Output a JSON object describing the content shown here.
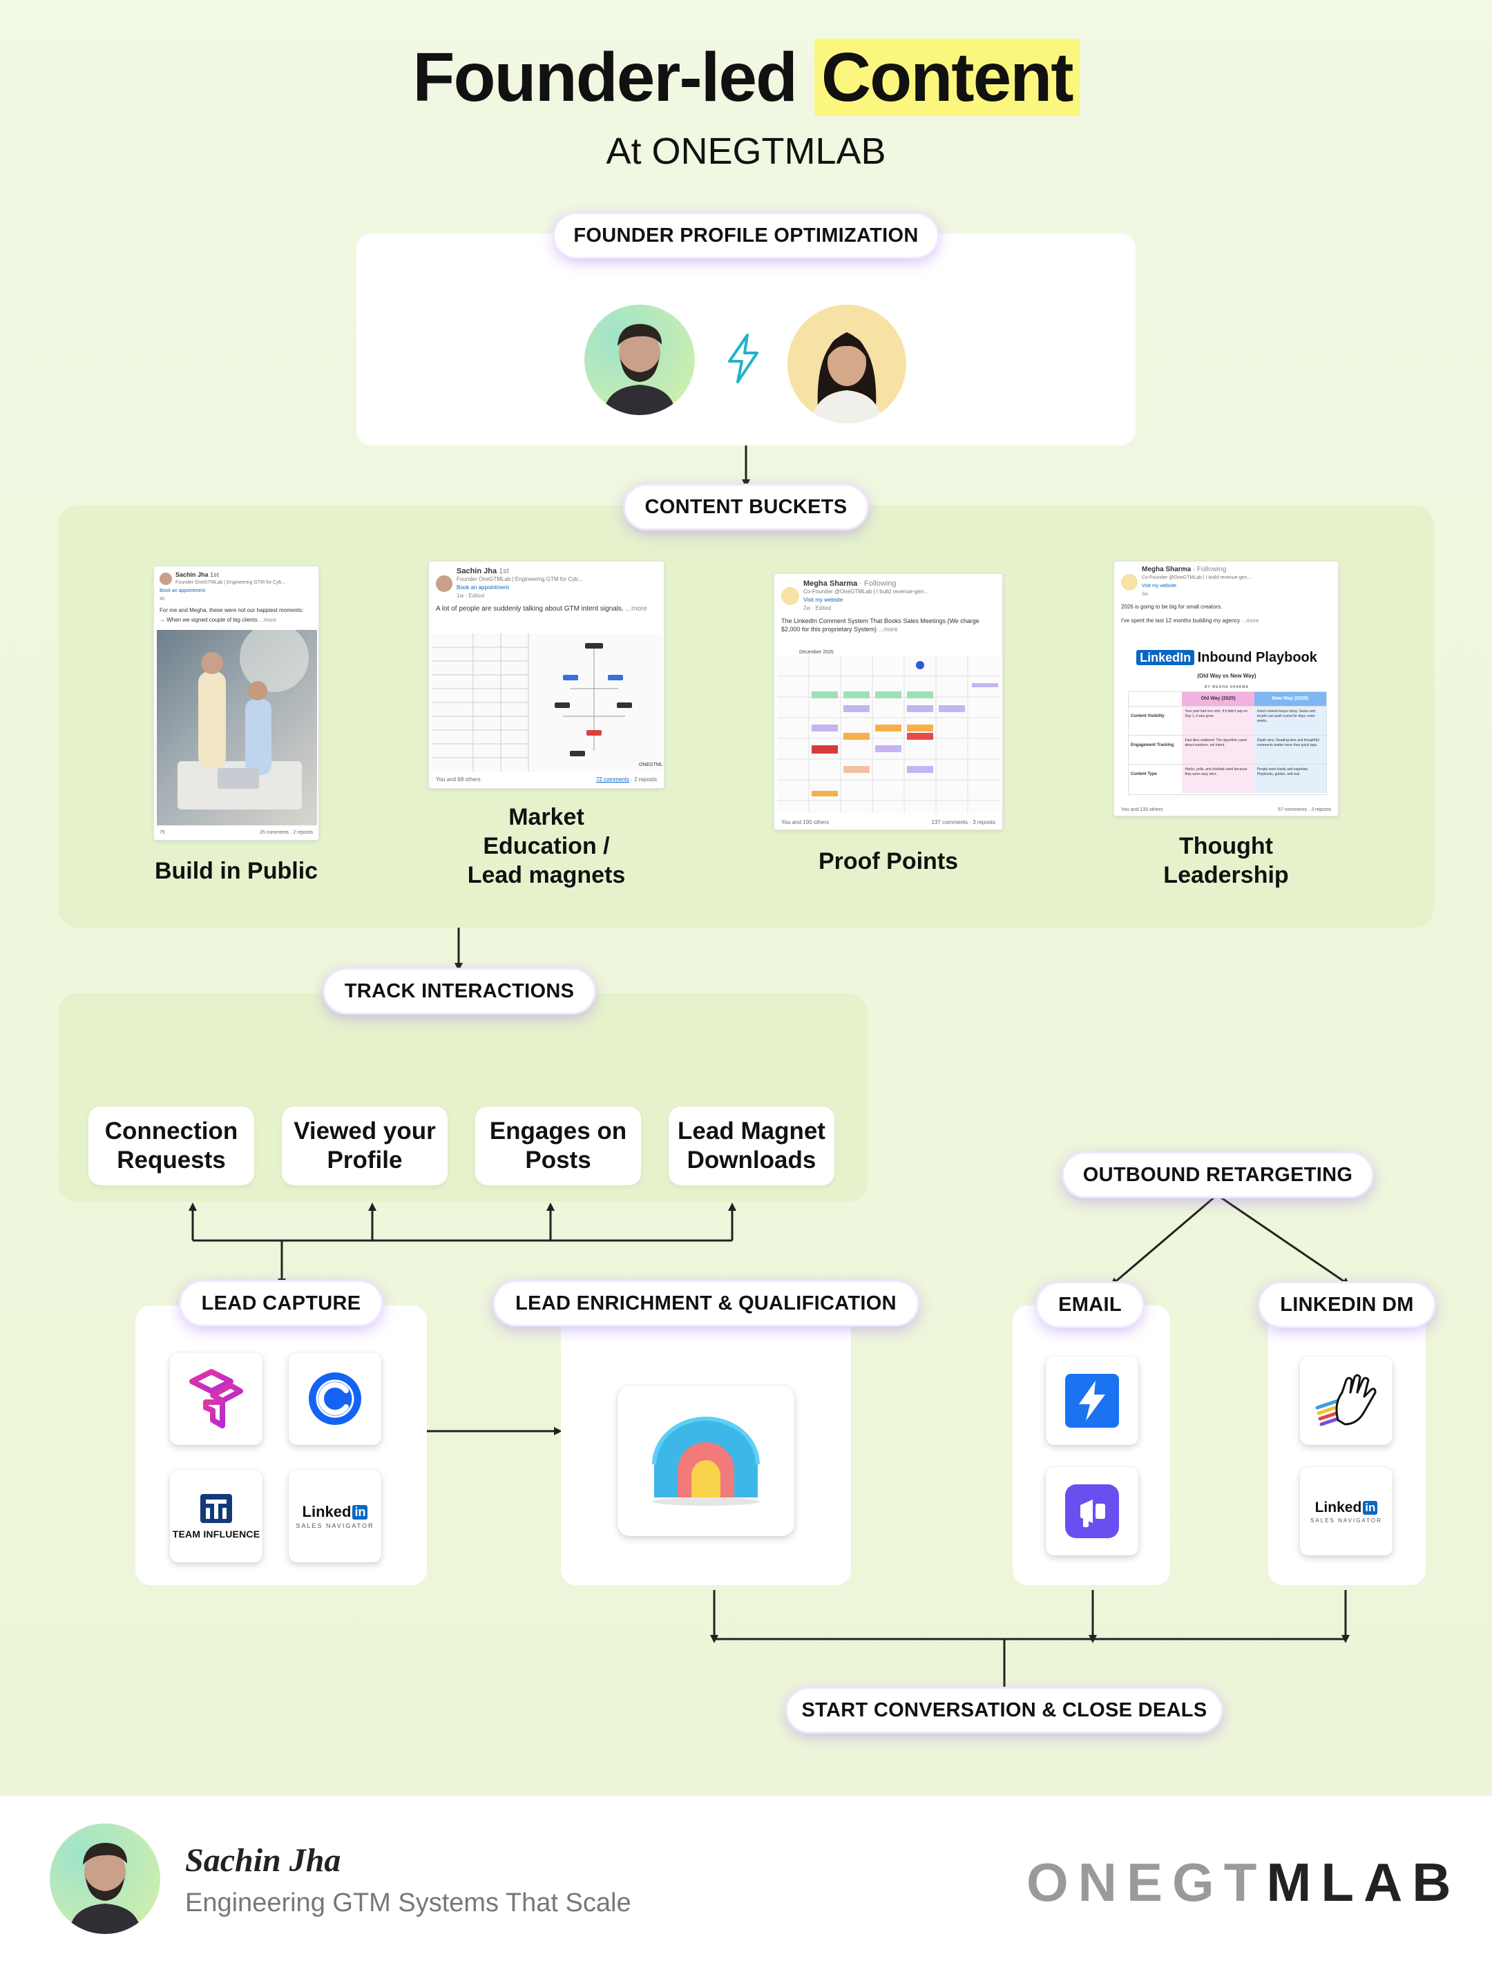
{
  "header": {
    "title_part1": "Founder-led",
    "title_part2": "Content",
    "subtitle": "At ONEGTMLAB"
  },
  "sections": {
    "profile_optimization": "FOUNDER PROFILE OPTIMIZATION",
    "content_buckets": "CONTENT BUCKETS",
    "track_interactions": "TRACK INTERACTIONS",
    "lead_capture": "LEAD CAPTURE",
    "lead_enrichment": "LEAD ENRICHMENT & QUALIFICATION",
    "outbound_retargeting": "OUTBOUND RETARGETING",
    "email": "EMAIL",
    "linkedin_dm": "LINKEDIN DM",
    "start_conversation": "START CONVERSATION & CLOSE DEALS"
  },
  "buckets": [
    {
      "label": "Build in Public",
      "post": {
        "author": "Sachin Jha",
        "degree": "1st",
        "headline": "Founder OneGTMLab | Engineering GTM for Cyb...",
        "cta": "Book an appointment",
        "time": "4h",
        "line1": "For me and Megha, these were not our happiest moments:",
        "line2": "→ When we signed couple of big clients",
        "more": "...more",
        "reactions": "75",
        "stats": "25 comments · 2 reposts"
      }
    },
    {
      "label": "Market Education / Lead magnets",
      "post": {
        "author": "Sachin Jha",
        "degree": "1st",
        "headline": "Founder OneGTMLab | Engineering GTM for Cyb...",
        "cta": "Book an appointment",
        "time": "1w · Edited",
        "body": "A lot of people are suddenly talking about GTM intent signals.",
        "more": "...more",
        "reactions": "You and 68 others",
        "comments": "72 comments",
        "reposts": "· 2 reposts",
        "brand": "ONEGTMLAB"
      }
    },
    {
      "label": "Proof Points",
      "post": {
        "author": "Megha Sharma",
        "degree": "· Following",
        "headline": "Co-Founder @OneGTMLab | I build revenue-gen...",
        "cta": "Visit my website",
        "time": "2w · Edited",
        "body": "The LinkedIn Comment System That Books Sales Meetings (We charge $2,000 for this proprietary System)",
        "more": "...more",
        "month": "December 2025",
        "reactions": "You and 190 others",
        "stats": "137 comments · 3 reposts"
      }
    },
    {
      "label": "Thought Leadership",
      "post": {
        "author": "Megha Sharma",
        "degree": "· Following",
        "headline": "Co-Founder @OneGTMLab | I build revenue-gen...",
        "cta": "Visit my website",
        "time": "3w",
        "line1": "2026 is going to be big for small creators.",
        "line2": "I've spent the last 12 months building my agency",
        "more": "...more",
        "badge": "LinkedIn",
        "playbook": "Inbound Playbook",
        "playbook_sub": "(Old Way vs New Way)",
        "byline": "BY MEGHA SHARMA",
        "col_old": "Old Way (2025)",
        "col_new": "New Way (2026)",
        "rows": [
          {
            "name": "Content Visibility",
            "old": "Your post had one shot. If it didn't pop on Day 1, it was gone.",
            "new": "Good content keeps rising. Saves and recalls can push a post for days, even weeks."
          },
          {
            "name": "Engagement Tracking",
            "old": "Fast likes mattered. The algorithm cared about numbers, not intent.",
            "new": "Depth wins. Reading time and thoughtful comments matter more than quick taps."
          },
          {
            "name": "Content Type",
            "old": "Hacks, polls, and clickbait ruled because they were easy wins.",
            "new": "People want clarity and expertise. Playbooks, guides, and real"
          }
        ],
        "reactions": "You and 133 others",
        "stats": "57 comments · 3 reposts"
      }
    }
  ],
  "signals": [
    {
      "line1": "Connection",
      "line2": "Requests"
    },
    {
      "line1": "Viewed your",
      "line2": "Profile"
    },
    {
      "line1": "Engages on",
      "line2": "Posts"
    },
    {
      "line1": "Lead Magnet",
      "line2": "Downloads"
    }
  ],
  "tools": {
    "lead_capture": [
      {
        "icon": "trigify-logo-icon",
        "text": ""
      },
      {
        "icon": "commonroom-logo-icon",
        "text": ""
      },
      {
        "icon": "teaminfluence-logo-icon",
        "text": "TEAM INFLUENCE"
      },
      {
        "icon": "linkedin-sales-navigator-logo-icon",
        "text": "Linked",
        "badge": "in",
        "sub": "SALES NAVIGATOR"
      }
    ],
    "enrichment": {
      "icon": "clay-arch-logo-icon"
    },
    "email": [
      {
        "icon": "instantly-logo-icon"
      },
      {
        "icon": "lemlist-logo-icon"
      }
    ],
    "linkedin_dm": [
      {
        "icon": "heyreach-wave-logo-icon"
      },
      {
        "icon": "linkedin-sales-navigator-logo-icon",
        "text": "Linked",
        "badge": "in",
        "sub": "SALES NAVIGATOR"
      }
    ]
  },
  "footer": {
    "name": "Sachin Jha",
    "tagline": "Engineering GTM Systems That Scale",
    "logo_part1": "ONEGT",
    "logo_part2": "MLAB"
  },
  "colors": {
    "highlight": "#fbf77e",
    "pill_glow": "#9664f0",
    "panel_green": "#e6f2cc",
    "background": "#f1f8e3",
    "bolt": "#1fb3c9"
  }
}
